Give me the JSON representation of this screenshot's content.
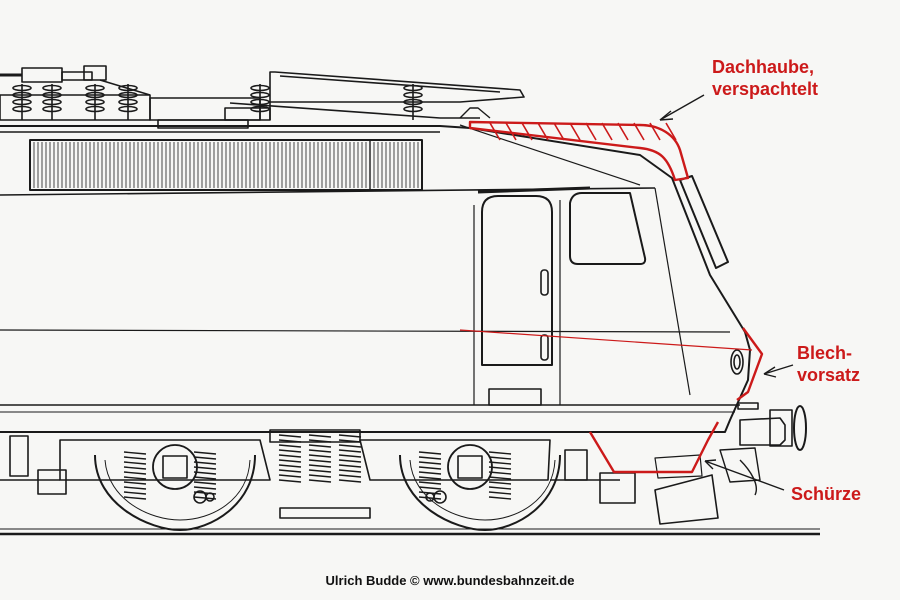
{
  "annotations": {
    "dachhaube": {
      "line1": "Dachhaube,",
      "line2": "verspachtelt"
    },
    "blechvorsatz": {
      "line1": "Blech-",
      "line2": "vorsatz"
    },
    "schuerze": {
      "line1": "Schürze"
    }
  },
  "credit": "Ulrich Budde  ©  www.bundesbahnzeit.de",
  "colors": {
    "drawing_line": "#1a1a1a",
    "annotation_red": "#cc1a1a",
    "background": "#f7f7f5"
  }
}
